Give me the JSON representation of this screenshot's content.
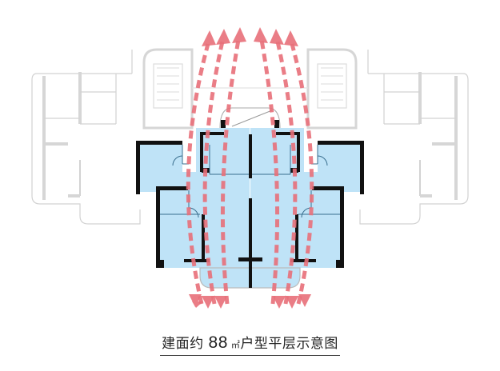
{
  "diagram": {
    "title": "建面约 88 ㎡户型平层示意图",
    "caption": {
      "prefix": "建面约 ",
      "area_value": "88",
      "area_unit": " ㎡",
      "suffix": "户型平层示意图"
    },
    "colors": {
      "unit_fill": "#bfe3f7",
      "wall": "#111111",
      "context_wall": "#cfcfcf",
      "airflow_arrow": "#e8707a",
      "background": "#ffffff"
    },
    "elements": {
      "highlighted_units": [
        "left-unit-88sqm",
        "right-unit-88sqm"
      ],
      "context_units": [
        "left-neighbor-unit",
        "right-neighbor-unit",
        "stair-core-left",
        "stair-core-right"
      ],
      "airflow": {
        "description": "North-south ventilation paths (dashed red arrows)",
        "left_group_arrows": 3,
        "right_group_arrows": 3,
        "bottom_exit_arrows": 6
      }
    }
  }
}
